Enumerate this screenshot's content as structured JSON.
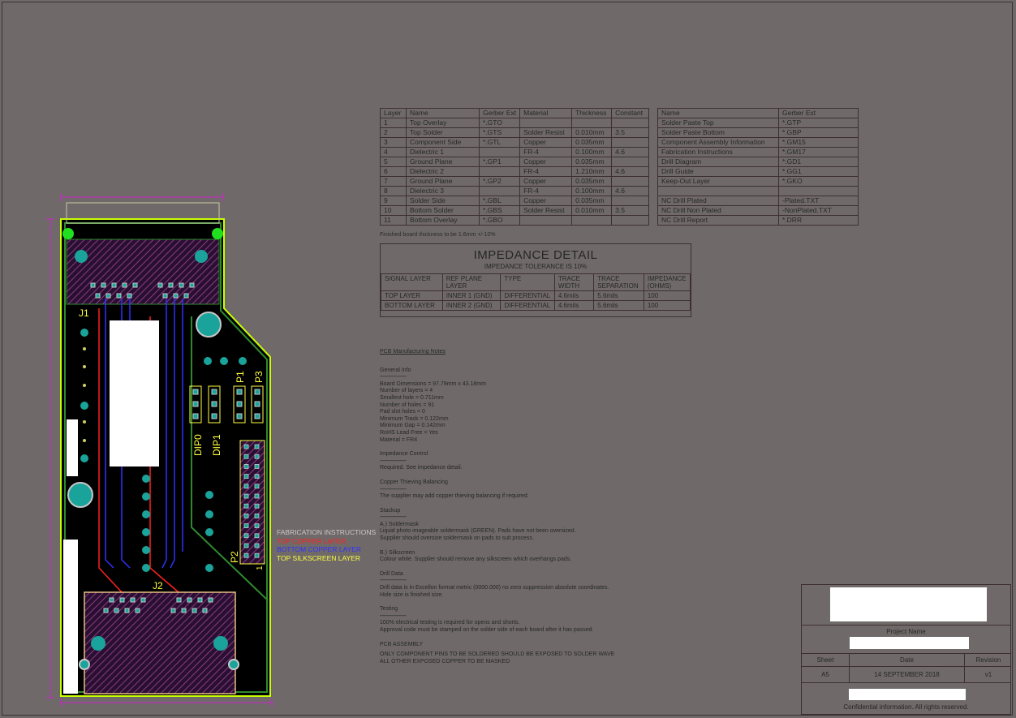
{
  "stackup_table": {
    "headers": [
      "Layer",
      "Name",
      "Gerber Ext",
      "Material",
      "Thickness",
      "Constant"
    ],
    "rows": [
      [
        "1",
        "Top Overlay",
        "*.GTO",
        "",
        "",
        ""
      ],
      [
        "2",
        "Top Solder",
        "*.GTS",
        "Solder Resist",
        "0.010mm",
        "3.5"
      ],
      [
        "3",
        "Component Side",
        "*.GTL",
        "Copper",
        "0.035mm",
        ""
      ],
      [
        "4",
        "Dielectric 1",
        "",
        "FR-4",
        "0.100mm",
        "4.6"
      ],
      [
        "5",
        "Ground Plane",
        "*.GP1",
        "Copper",
        "0.035mm",
        ""
      ],
      [
        "6",
        "Dielectric 2",
        "",
        "FR-4",
        "1.210mm",
        "4.6"
      ],
      [
        "7",
        "Ground Plane",
        "*.GP2",
        "Copper",
        "0.035mm",
        ""
      ],
      [
        "8",
        "Dielectric 3",
        "",
        "FR-4",
        "0.100mm",
        "4.6"
      ],
      [
        "9",
        "Solder Side",
        "*.GBL",
        "Copper",
        "0.035mm",
        ""
      ],
      [
        "10",
        "Bottom Solder",
        "*.GBS",
        "Solder Resist",
        "0.010mm",
        "3.5"
      ],
      [
        "11",
        "Bottom Overlay",
        "*.GBO",
        "",
        "",
        ""
      ]
    ]
  },
  "output_table": {
    "headers": [
      "Name",
      "Gerber Ext"
    ],
    "rows": [
      [
        "Solder Paste Top",
        "*.GTP"
      ],
      [
        "Solder Paste Bottom",
        "*.GBP"
      ],
      [
        "Component Assembly Information",
        "*.GM15"
      ],
      [
        "Fabrication Instructions",
        "*.GM17"
      ],
      [
        "Drill Diagram",
        "*.GD1"
      ],
      [
        "Drill Guide",
        "*.GG1"
      ],
      [
        "Keep-Out Layer",
        "*.GKO"
      ],
      [
        "",
        ""
      ],
      [
        "NC Drill Plated",
        "-Plated.TXT"
      ],
      [
        "NC Drill Non Plated",
        "-NonPlated.TXT"
      ],
      [
        "NC Drill Report",
        "*.DRR"
      ]
    ]
  },
  "board_thickness_note": "Finished board thickness to be 1.6mm +/-10%",
  "impedance": {
    "title": "IMPEDANCE DETAIL",
    "subtitle": "IMPEDANCE TOLERANCE IS 10%",
    "headers": [
      "SIGNAL LAYER",
      "REF PLANE LAYER",
      "TYPE",
      "TRACE WIDTH",
      "TRACE SEPARATION",
      "IMPEDANCE (OHMS)"
    ],
    "rows": [
      [
        "TOP LAYER",
        "INNER 1 (GND)",
        "DIFFERENTIAL",
        "4.6mils",
        "5.6mils",
        "100"
      ],
      [
        "BOTTOM LAYER",
        "INNER 2 (GND)",
        "DIFFERENTIAL",
        "4.6mils",
        "5.6mils",
        "100"
      ]
    ]
  },
  "notes": {
    "heading": "PCB Manufacturing Notes",
    "rule": "------------------------",
    "general_title": "General Info",
    "general_lines": [
      "Board Dimensions = 97.79mm x 43.18mm",
      "Number of layers = 4",
      "Smallest hole = 0.711mm",
      "Number of holes = 91",
      "Pad slot holes = 0",
      "Minimum Track = 0.122mm",
      "Minimum Gap = 0.142mm",
      "RoHS Lead Free = Yes",
      "Material = FR4"
    ],
    "impedance_title": "Impedance Control",
    "impedance_line": "Required. See impedance detail.",
    "thieving_title": "Copper Thieving Balancing",
    "thieving_line": "The supplier may add copper thieving balancing if required.",
    "stackup_title": "Stackup",
    "soldermask_title": "A.) Soldermask",
    "soldermask_lines": [
      "Liquid photo imageable soldermask (GREEN). Pads have not been oversized.",
      "Supplier should oversize soldermask on pads to suit process."
    ],
    "silkscreen_title": "B.) Silkscreen",
    "silkscreen_line": "Colour white. Supplier should remove any silkscreen which overhangs pads.",
    "drill_title": "Drill Data",
    "drill_lines": [
      "Drill data is in Excellon format metric (0000.000) no zero suppression absolute coordinates.",
      "Hole size is finished size."
    ],
    "testing_title": "Testing",
    "testing_lines": [
      "100% electrical testing is required for opens and shorts.",
      "Approval code must be stamped on the solder side of each board after it has passed."
    ],
    "assembly_title": "PCB ASSEMBLY",
    "assembly_lines": [
      "ONLY COMPONENT PINS TO BE SOLDERED SHOULD BE EXPOSED TO SOLDER WAVE",
      "ALL OTHER EXPOSED COPPER TO BE MASKED"
    ]
  },
  "legend": {
    "title": "FABRICATION INSTRUCTIONS",
    "top_copper": "TOP COPPER LAYER",
    "bottom_copper": "BOTTOM COPPER LAYER",
    "top_silk": "TOP SILKSCREEN LAYER",
    "colors": {
      "title": "#c8c8c8",
      "top_copper": "#ff2020",
      "bottom_copper": "#3030ff",
      "top_silk": "#ffff40"
    }
  },
  "pcb": {
    "labels": {
      "j1": "J1",
      "j2": "J2",
      "p1": "P1",
      "p2": "P2",
      "p3": "P3",
      "dip0": "DIP0",
      "dip1": "DIP1",
      "pin1": "1"
    },
    "colors": {
      "board": "#000000",
      "outline": "#c8ff00",
      "plane": "#2f8a2f",
      "pad": "#1aa39a",
      "hatch": "#8a3a8a",
      "dimension": "#d020d0"
    }
  },
  "title_block": {
    "project_label": "Project Name",
    "sheet_label": "Sheet",
    "sheet_value": "A5",
    "date_label": "Date",
    "date_value": "14 SEPTEMBER 2018",
    "revision_label": "Revision",
    "revision_value": "v1",
    "confidential": "Confidential information. All rights reserved."
  }
}
